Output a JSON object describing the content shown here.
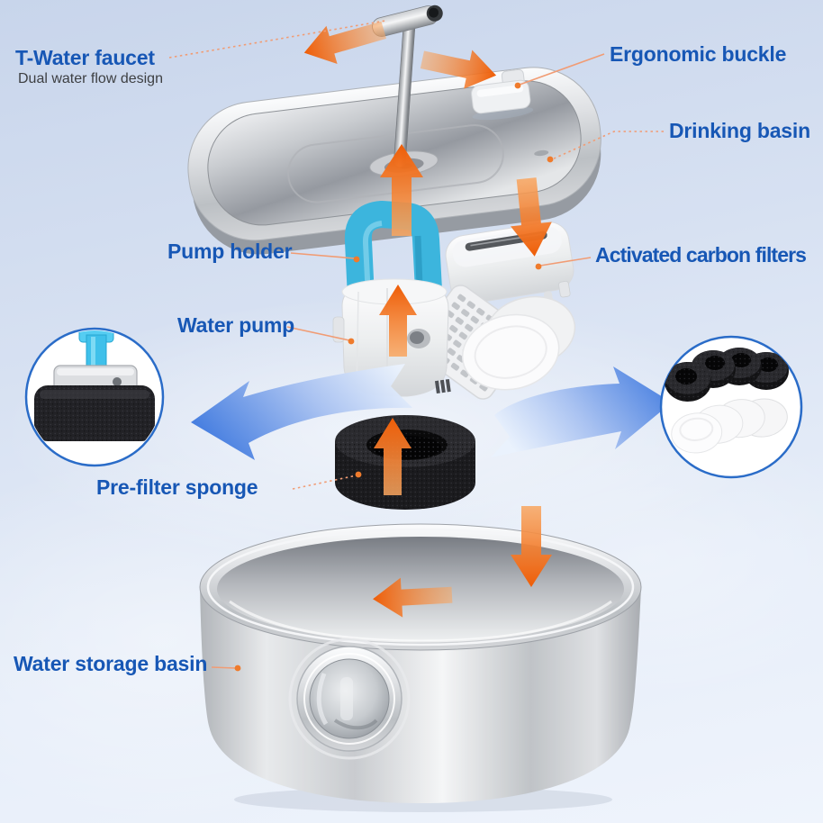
{
  "diagram": {
    "kind": "exploded product diagram",
    "labels": {
      "faucet": {
        "title": "T-Water faucet",
        "subtitle": "Dual water flow design"
      },
      "buckle": {
        "title": "Ergonomic buckle"
      },
      "drinking_basin": {
        "title": "Drinking basin"
      },
      "pump_holder": {
        "title": "Pump holder"
      },
      "carbon_filters": {
        "title": "Activated carbon filters"
      },
      "water_pump": {
        "title": "Water pump"
      },
      "pre_filter_sponge": {
        "title": "Pre-filter sponge"
      },
      "water_storage_basin": {
        "title": "Water storage basin"
      }
    },
    "colors": {
      "label_blue": "#1757b5",
      "subtitle_gray": "#3d3f42",
      "arrow_orange_deep": "#ee5d07",
      "arrow_orange_light": "#f9a660",
      "leader_line_salmon": "#f19c74",
      "leader_dot_orange": "#ef7b2c",
      "big_arrow_blue": "#467ee0",
      "callout_ring_blue": "#2a6cc8",
      "pump_holder_blue": "#3cb5dd",
      "background_top": "#c8d5eb",
      "background_bottom": "#eff4fc"
    }
  }
}
